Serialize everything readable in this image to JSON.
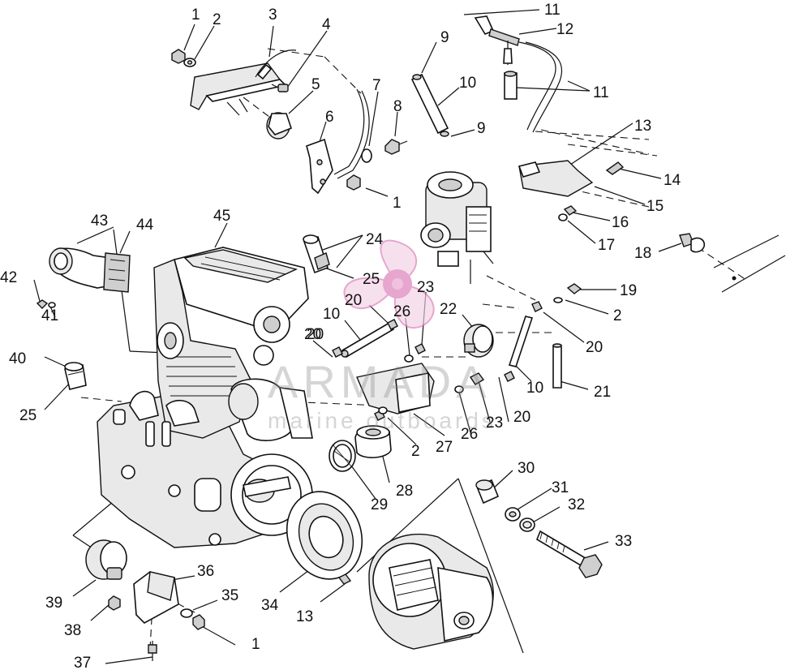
{
  "diagram": {
    "watermark": {
      "brand": "ARMADA",
      "tagline": "marine outboards",
      "logo_color": "#d977b4"
    },
    "callouts": [
      {
        "id": "c1a",
        "text": "1"
      },
      {
        "id": "c2a",
        "text": "2"
      },
      {
        "id": "c3",
        "text": "3"
      },
      {
        "id": "c4",
        "text": "4"
      },
      {
        "id": "c5",
        "text": "5"
      },
      {
        "id": "c6",
        "text": "6"
      },
      {
        "id": "c7",
        "text": "7"
      },
      {
        "id": "c8",
        "text": "8"
      },
      {
        "id": "c9a",
        "text": "9"
      },
      {
        "id": "c9b",
        "text": "9"
      },
      {
        "id": "c10a",
        "text": "10"
      },
      {
        "id": "c11a",
        "text": "11"
      },
      {
        "id": "c11b",
        "text": "11"
      },
      {
        "id": "c12",
        "text": "12"
      },
      {
        "id": "c13a",
        "text": "13"
      },
      {
        "id": "c14",
        "text": "14"
      },
      {
        "id": "c15",
        "text": "15"
      },
      {
        "id": "c16",
        "text": "16"
      },
      {
        "id": "c17",
        "text": "17"
      },
      {
        "id": "c18",
        "text": "18"
      },
      {
        "id": "c19",
        "text": "19"
      },
      {
        "id": "c2b",
        "text": "2"
      },
      {
        "id": "c20a",
        "text": "20"
      },
      {
        "id": "c21",
        "text": "21"
      },
      {
        "id": "c10b",
        "text": "10"
      },
      {
        "id": "c20b",
        "text": "20"
      },
      {
        "id": "c23a",
        "text": "23"
      },
      {
        "id": "c26a",
        "text": "26"
      },
      {
        "id": "c27",
        "text": "27"
      },
      {
        "id": "c2c",
        "text": "2"
      },
      {
        "id": "c22",
        "text": "22"
      },
      {
        "id": "c23b",
        "text": "23"
      },
      {
        "id": "c26b",
        "text": "26"
      },
      {
        "id": "c20c",
        "text": "20"
      },
      {
        "id": "c20d",
        "text": "20"
      },
      {
        "id": "c25a",
        "text": "25"
      },
      {
        "id": "c24",
        "text": "24"
      },
      {
        "id": "c10c",
        "text": "10"
      },
      {
        "id": "c20e",
        "text": "20"
      },
      {
        "id": "c1b",
        "text": "1"
      },
      {
        "id": "c45",
        "text": "45"
      },
      {
        "id": "c43",
        "text": "43"
      },
      {
        "id": "c44",
        "text": "44"
      },
      {
        "id": "c42",
        "text": "42"
      },
      {
        "id": "c41",
        "text": "41"
      },
      {
        "id": "c40",
        "text": "40"
      },
      {
        "id": "c25b",
        "text": "25"
      },
      {
        "id": "c28",
        "text": "28"
      },
      {
        "id": "c29",
        "text": "29"
      },
      {
        "id": "c30",
        "text": "30"
      },
      {
        "id": "c31",
        "text": "31"
      },
      {
        "id": "c32",
        "text": "32"
      },
      {
        "id": "c33",
        "text": "33"
      },
      {
        "id": "c34",
        "text": "34"
      },
      {
        "id": "c13b",
        "text": "13"
      },
      {
        "id": "c36",
        "text": "36"
      },
      {
        "id": "c35",
        "text": "35"
      },
      {
        "id": "c1c",
        "text": "1"
      },
      {
        "id": "c39",
        "text": "39"
      },
      {
        "id": "c38",
        "text": "38"
      },
      {
        "id": "c37",
        "text": "37"
      }
    ]
  }
}
